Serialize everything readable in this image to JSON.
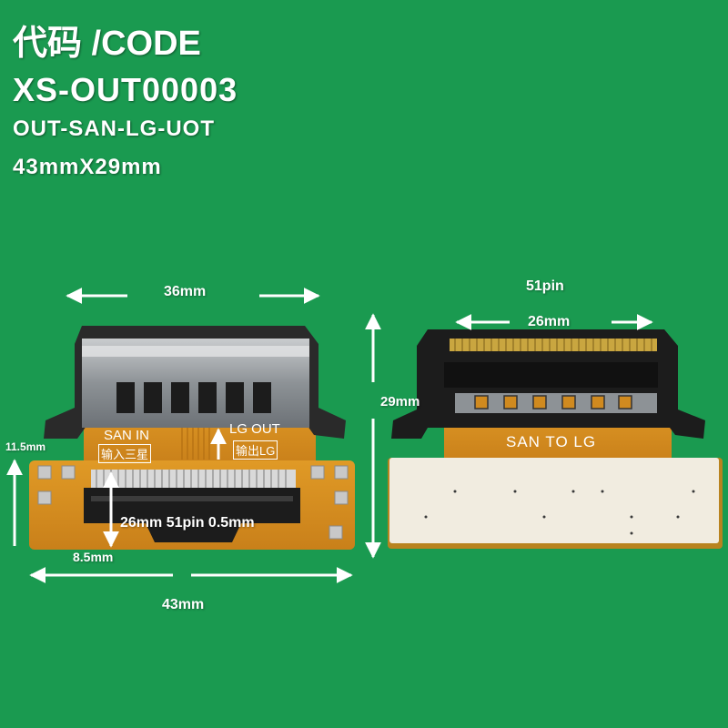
{
  "header": {
    "code_title": "代码 /CODE",
    "code": "XS-OUT00003",
    "model": "OUT-SAN-LG-UOT",
    "size": "43mmX29mm"
  },
  "left_board": {
    "width_top": "36mm",
    "height_side": "11.5mm",
    "connector_spec": "26mm 51pin 0.5mm",
    "depth": "8.5mm",
    "width_bottom": "43mm",
    "silk_san_in": "SAN IN",
    "silk_input_cn": "输入三星",
    "silk_lg_out": "LG OUT",
    "silk_output_cn": "输出LG"
  },
  "right_board": {
    "pins": "51pin",
    "connector_width": "26mm",
    "height": "29mm",
    "silk_label": "SAN TO LG"
  },
  "colors": {
    "background": "#1a9a50",
    "pcb": "#d9911f",
    "connector_metal": "#9aa0a4",
    "connector_black": "#1c1c1c",
    "stiffener": "#f1ece0"
  }
}
